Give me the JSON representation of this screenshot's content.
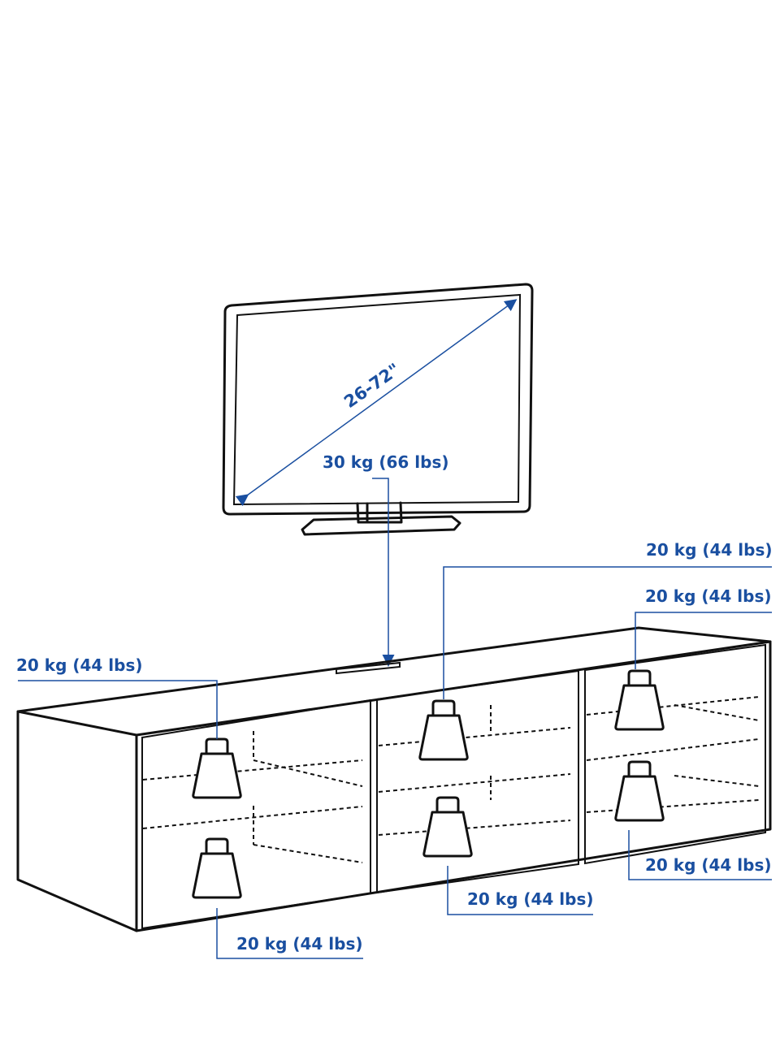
{
  "tv": {
    "screen_size": "26-72\"",
    "max_load": "30 kg (66 lbs)"
  },
  "compartments": {
    "left_top": "20 kg (44 lbs)",
    "left_bottom": "20 kg (44 lbs)",
    "middle_top": "20 kg (44 lbs)",
    "middle_bottom": "20 kg (44 lbs)",
    "right_top": "20 kg (44 lbs)",
    "right_bottom": "20 kg (44 lbs)"
  },
  "colors": {
    "annotation": "#1a4fa0",
    "line_art": "#111111"
  },
  "icons": {
    "weight": "weight-icon",
    "tv": "tv-icon",
    "dimension_arrow": "double-arrow-icon"
  }
}
